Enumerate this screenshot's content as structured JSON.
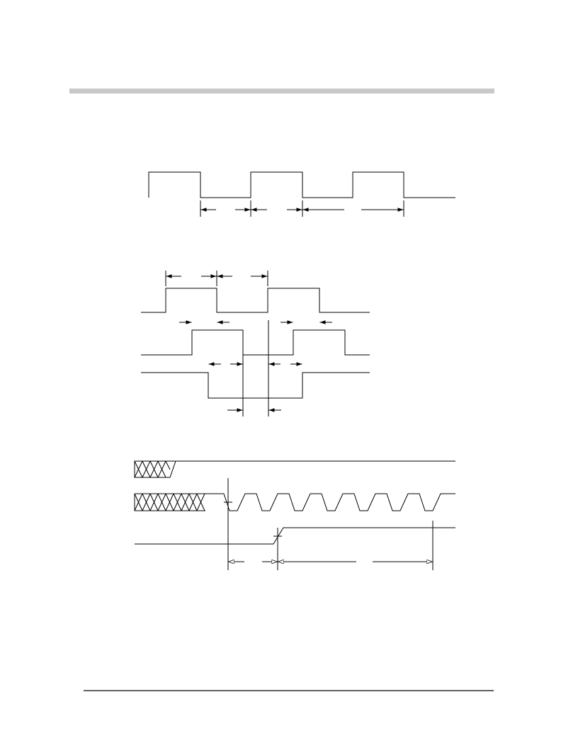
{
  "document": {
    "header_bar_color": "#c8c8c8",
    "footer_rule_color": "#000000",
    "ink_color": "#000000"
  },
  "diagrams": [
    {
      "name": "clock-period-waveform",
      "signals": 1,
      "pulses": 3
    },
    {
      "name": "clock-phase-relationship",
      "signals": 3
    },
    {
      "name": "reset-timing",
      "signals": 3
    }
  ]
}
